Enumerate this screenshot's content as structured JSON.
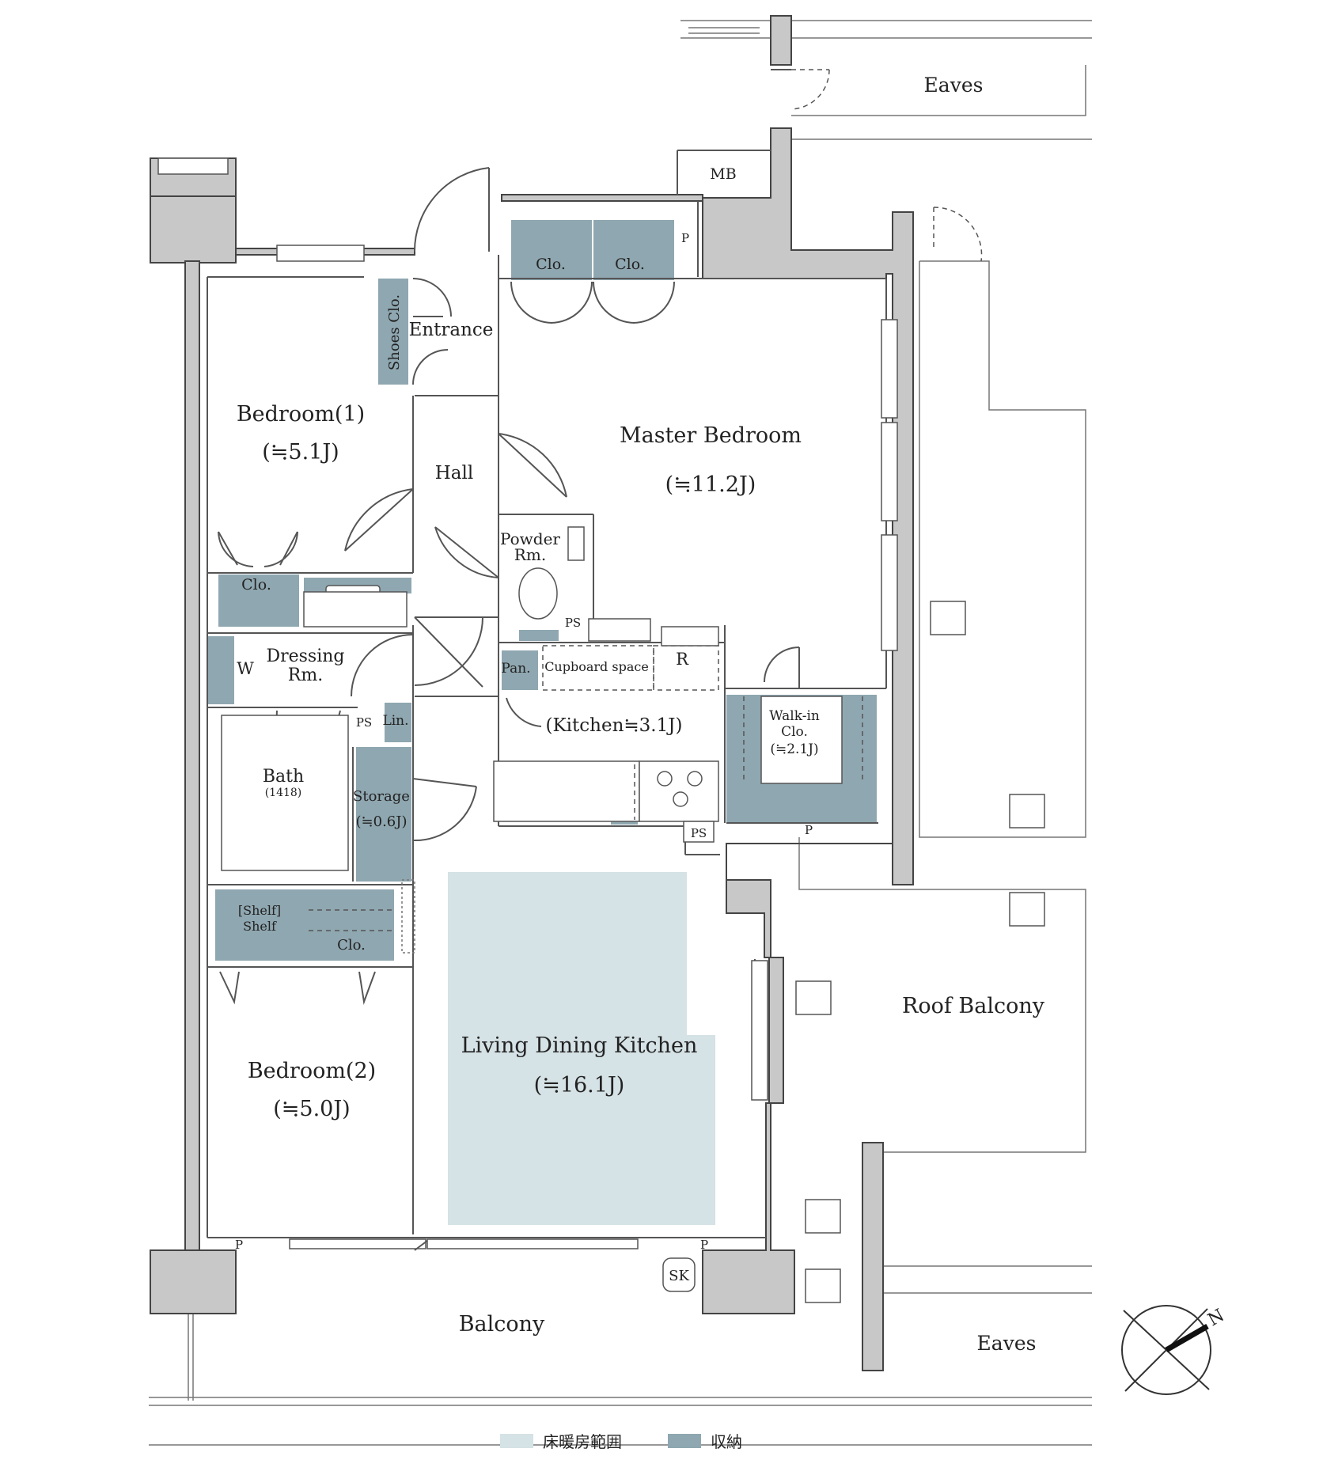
{
  "colors": {
    "heating": "#d5e2e6",
    "storage": "#8fa7b0",
    "wall": "#c8c8c8",
    "line": "#444444"
  },
  "rooms": {
    "eaves_top": "Eaves",
    "mb": "MB",
    "p_top": "P",
    "clo_m1": "Clo.",
    "clo_m2": "Clo.",
    "shoes": "Shoes Clo.",
    "entrance": "Entrance",
    "bed1_name": "Bedroom(1)",
    "bed1_size": "(≒5.1J)",
    "hall": "Hall",
    "master_name": "Master Bedroom",
    "master_size": "(≒11.2J)",
    "powder1": "Powder",
    "powder2": "Rm.",
    "ps_powder": "PS",
    "clo_b1": "Clo.",
    "w": "W",
    "dressing1": "Dressing",
    "dressing2": "Rm.",
    "pan": "Pan.",
    "cupboard": "Cupboard space",
    "r": "R",
    "kitchen": "(Kitchen≒3.1J)",
    "walkin1": "Walk-in",
    "walkin2": "Clo.",
    "walkin3": "(≒2.1J)",
    "ps_bath": "PS",
    "lin": "Lin.",
    "bath": "Bath",
    "bath_size": "(1418)",
    "storage": "Storage",
    "storage_size": "(≒0.6J)",
    "ps_kitchen": "PS",
    "p_walkin": "P",
    "shelf1": "[Shelf]",
    "shelf2": "Shelf",
    "clo_b2": "Clo.",
    "ldk_name": "Living Dining Kitchen",
    "ldk_size": "(≒16.1J)",
    "roof_balcony": "Roof Balcony",
    "bed2_name": "Bedroom(2)",
    "bed2_size": "(≒5.0J)",
    "p_bed2": "P",
    "p_balcony": "P",
    "sk": "SK",
    "balcony": "Balcony",
    "eaves_bottom": "Eaves"
  },
  "compass": {
    "north": "N"
  },
  "legend": {
    "heating": "床暖房範囲",
    "storage": "収納"
  }
}
